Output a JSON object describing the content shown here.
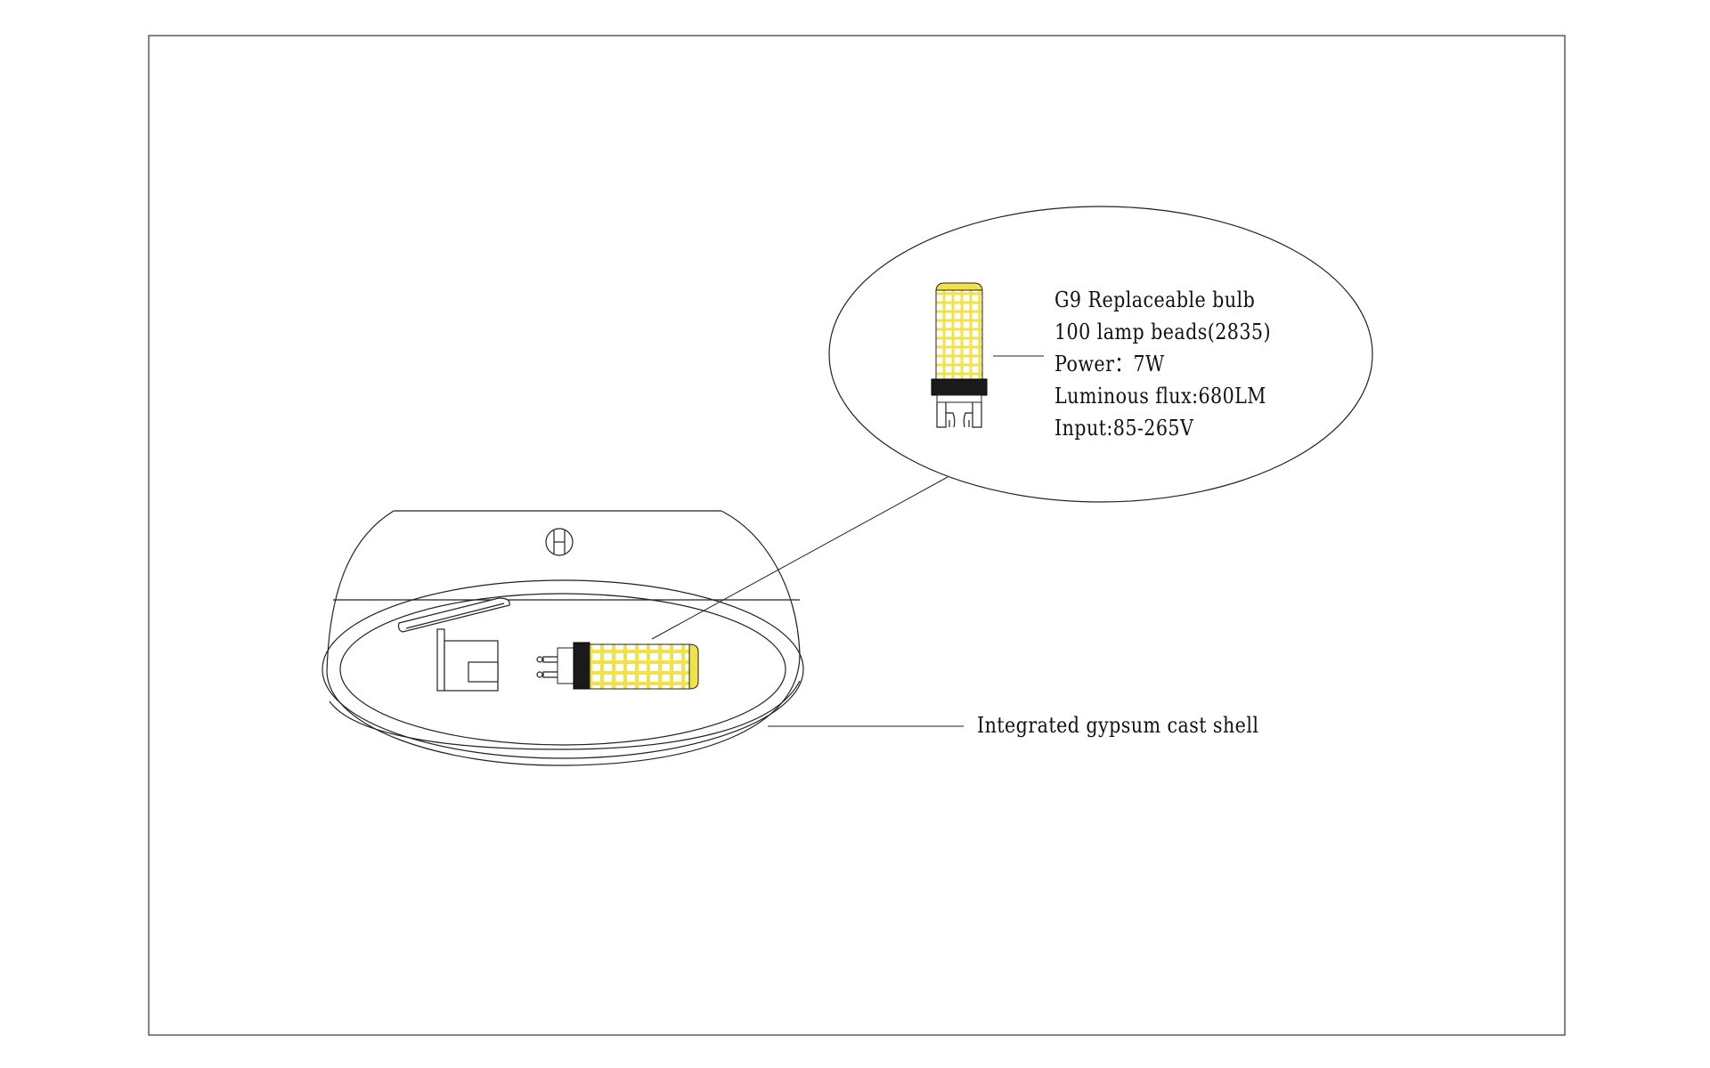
{
  "callouts": {
    "bulb_specs": [
      "G9 Replaceable bulb",
      "100 lamp beads(2835)",
      "Power：7W",
      "Luminous flux:680LM",
      "Input:85-265V"
    ],
    "shell": "Integrated gypsum cast shell"
  },
  "colors": {
    "line": "#222222",
    "led_bead": "#ffffff",
    "led_body": "#f2e24a",
    "base": "#1a1a1a"
  }
}
